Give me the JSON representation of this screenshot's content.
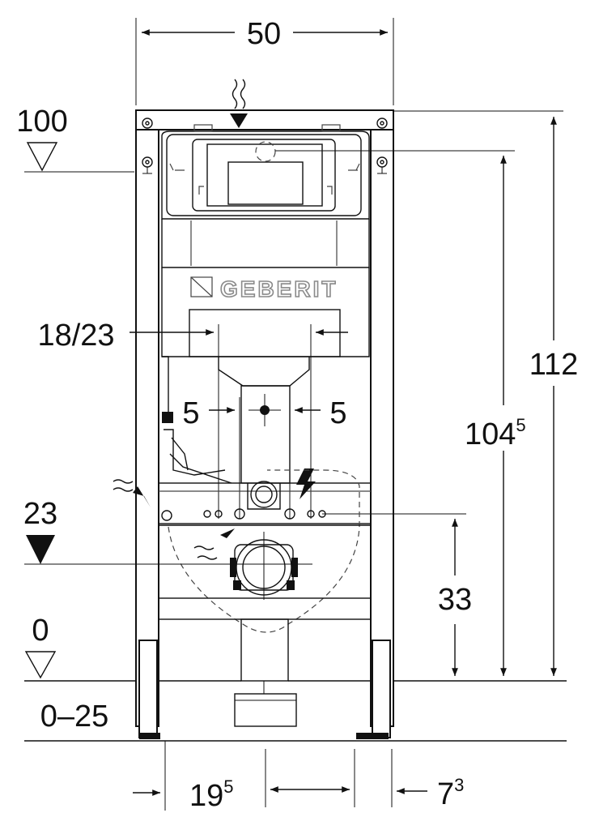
{
  "brand": {
    "logo_text": "GEBERIT"
  },
  "dimensions": {
    "frame_width": "50",
    "height_mark_100": "100",
    "height_mark_23": "23",
    "height_mark_0": "0",
    "floor_range": "0–25",
    "drain_spacing": "18/23",
    "bolt_offset_left": "5",
    "bolt_offset_right": "5",
    "total_height": "112",
    "flush_height_base": "104",
    "flush_height_sup": "5",
    "outlet_height": "33",
    "drain_offset_base": "19",
    "drain_offset_sup": "5",
    "foot_depth_base": "7",
    "foot_depth_sup": "3"
  }
}
